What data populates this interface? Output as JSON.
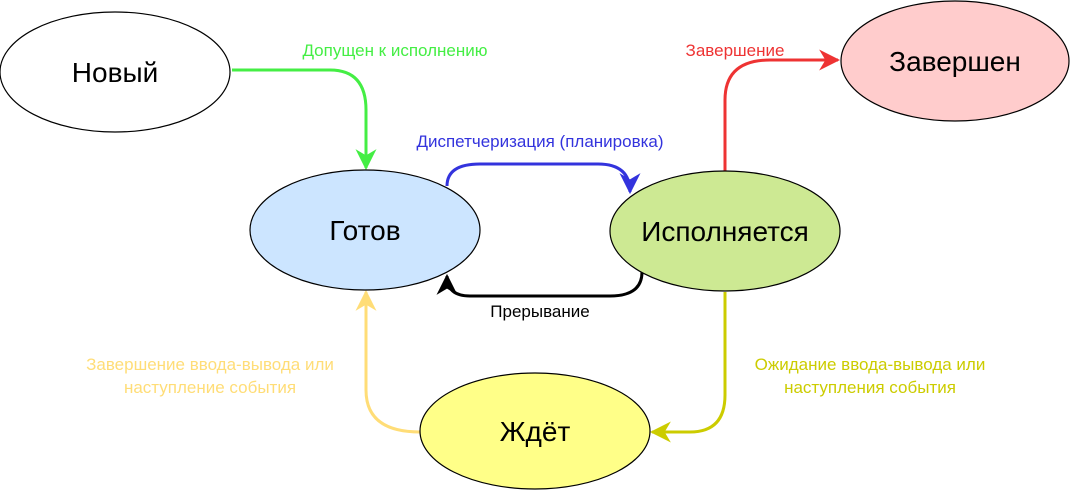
{
  "nodes": {
    "new": {
      "label": "Новый",
      "fill": "#ffffff"
    },
    "ready": {
      "label": "Готов",
      "fill": "#cce5ff"
    },
    "running": {
      "label": "Исполняется",
      "fill": "#cde993"
    },
    "terminated": {
      "label": "Завершен",
      "fill": "#ffcccc"
    },
    "waiting": {
      "label": "Ждёт",
      "fill": "#ffff88"
    }
  },
  "edges": {
    "admitted": {
      "label": "Допущен к исполнению",
      "color": "#44ee44"
    },
    "dispatch": {
      "label": "Диспетчеризация (планировка)",
      "color": "#3333dd"
    },
    "exit": {
      "label": "Завершение",
      "color": "#ee3333"
    },
    "interrupt": {
      "label": "Прерывание",
      "color": "#000000"
    },
    "io_wait": {
      "lines": [
        "Ожидание ввода-вывода или",
        "наступления события"
      ],
      "color": "#cccc00"
    },
    "io_done": {
      "lines": [
        "Завершение ввода-вывода или",
        "наступление события"
      ],
      "color": "#ffdd77"
    }
  }
}
